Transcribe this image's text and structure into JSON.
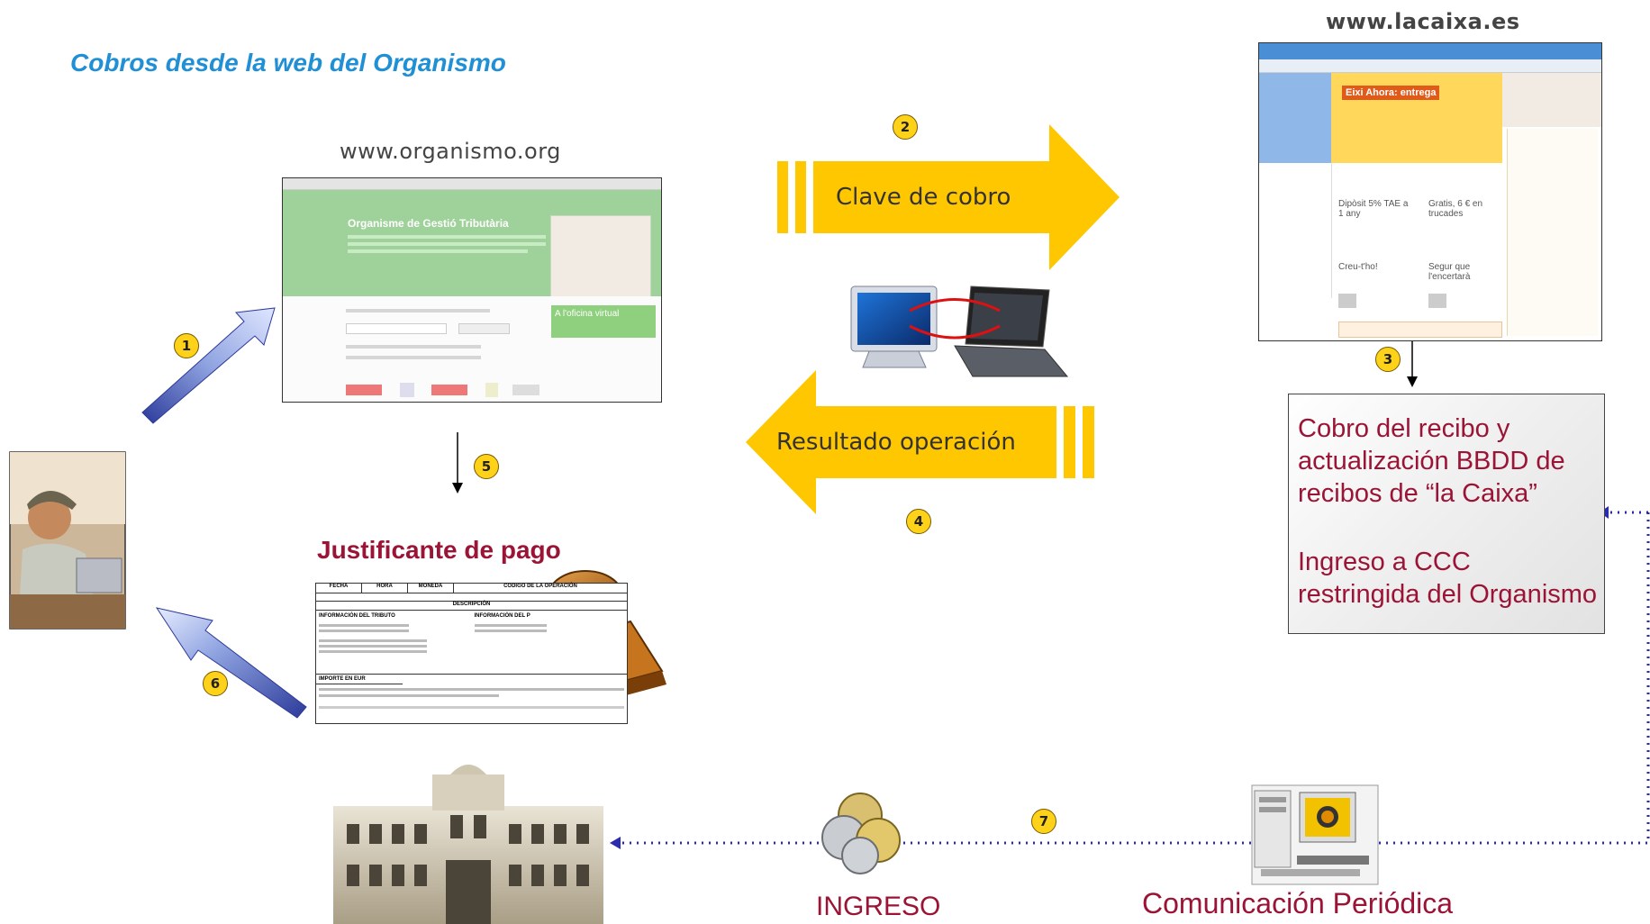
{
  "title": "Cobros desde la web del Organismo",
  "urls": {
    "organismo": "www.organismo.org",
    "lacaixa": "www.lacaixa.es"
  },
  "steps": [
    "1",
    "2",
    "3",
    "4",
    "5",
    "6",
    "7"
  ],
  "arrows": {
    "clave": "Clave de cobro",
    "resultado": "Resultado operación"
  },
  "organismo_site": {
    "header": "Organisme de Gestió Tributària",
    "promo": "A l'oficina virtual"
  },
  "lacaixa_site": {
    "promo_headline": "Eixi Ahora: entrega",
    "card1": "Dipòsit 5% TAE a 1 any",
    "card2": "Gratis, 6 € en trucades",
    "card3": "Creu-t'ho!",
    "card4": "Segur que l'encertarà"
  },
  "recibo": {
    "line1": "Cobro del recibo y actualización BBDD de recibos de “la Caixa”",
    "line2": "Ingreso a CCC restringida del Organismo"
  },
  "justificante": {
    "title": "Justificante de pago",
    "headers": [
      "FECHA",
      "HORA",
      "MONEDA",
      "CODIGO DE LA OPERACIÓN"
    ],
    "desc": "DESCRIPCIÓN",
    "left_head": "INFORMACIÓN DEL TRIBUTO",
    "right_head": "INFORMACIÓN DEL P",
    "importe": "IMPORTE EN EUR"
  },
  "bottom": {
    "ingreso": "INGRESO",
    "comunicacion": "Comunicación Periódica"
  },
  "colors": {
    "arrow_yellow": "#ffc700",
    "blue_arrow": "#3f4fa8",
    "dark_red": "#9b1436",
    "dotted": "#2b2bb0"
  }
}
